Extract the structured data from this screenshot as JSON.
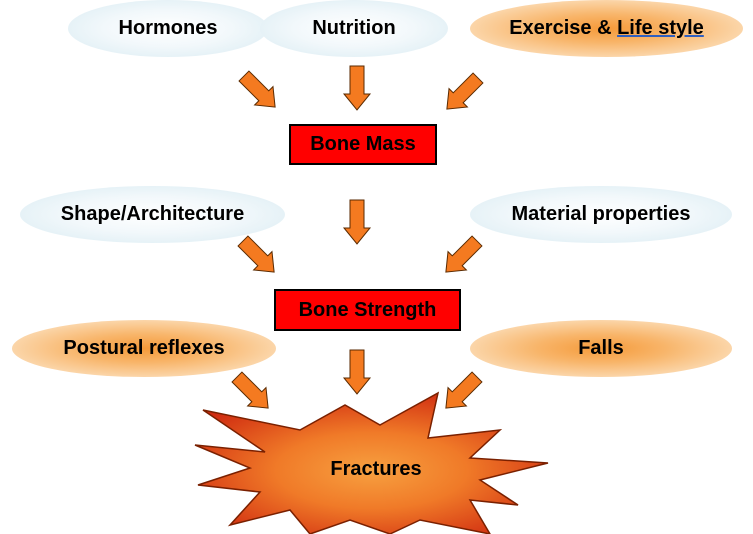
{
  "top_factors": {
    "hormones": "Hormones",
    "nutrition": "Nutrition",
    "exercise_prefix": "Exercise & ",
    "exercise_link": "Life style"
  },
  "bone_mass": "Bone Mass",
  "middle_factors": {
    "shape": "Shape/Architecture",
    "material": "Material properties"
  },
  "bone_strength": "Bone Strength",
  "lower_factors": {
    "postural": "Postural reflexes",
    "falls": "Falls"
  },
  "fractures": "Fractures",
  "colors": {
    "arrow_fill": "#f47a20",
    "arrow_stroke": "#5a2a00",
    "box_fill": "#ff0000",
    "blue_ellipse": "#e4f1f6",
    "orange_ellipse": "#f59a3a",
    "starburst_center": "#f59a3a",
    "starburst_edge": "#d42a10"
  }
}
